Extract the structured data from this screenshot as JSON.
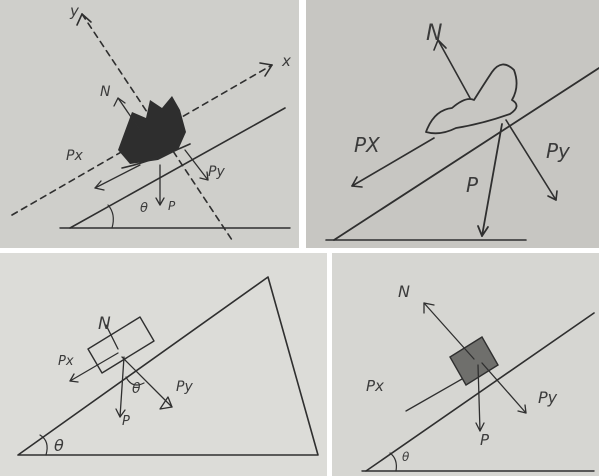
{
  "panels": [
    {
      "labels": {
        "y_axis": "y",
        "x_axis": "x",
        "normal": "N",
        "px": "Px",
        "py": "Py",
        "weight": "P",
        "angle": "θ"
      }
    },
    {
      "labels": {
        "normal": "N",
        "px": "PX",
        "py": "Py",
        "weight": "P"
      }
    },
    {
      "labels": {
        "normal": "N",
        "px": "Px",
        "py": "Py",
        "weight": "P",
        "angle_block": "θ",
        "angle_base": "θ"
      }
    },
    {
      "labels": {
        "normal": "N",
        "px": "Px",
        "py": "Py",
        "weight": "P",
        "angle": "θ"
      }
    }
  ],
  "colors": {
    "paper_1": "#cfcfcb",
    "paper_2": "#c7c6c2",
    "paper_3": "#dcdcd8",
    "paper_4": "#d6d6d2",
    "ink": "#2f2f2f"
  }
}
